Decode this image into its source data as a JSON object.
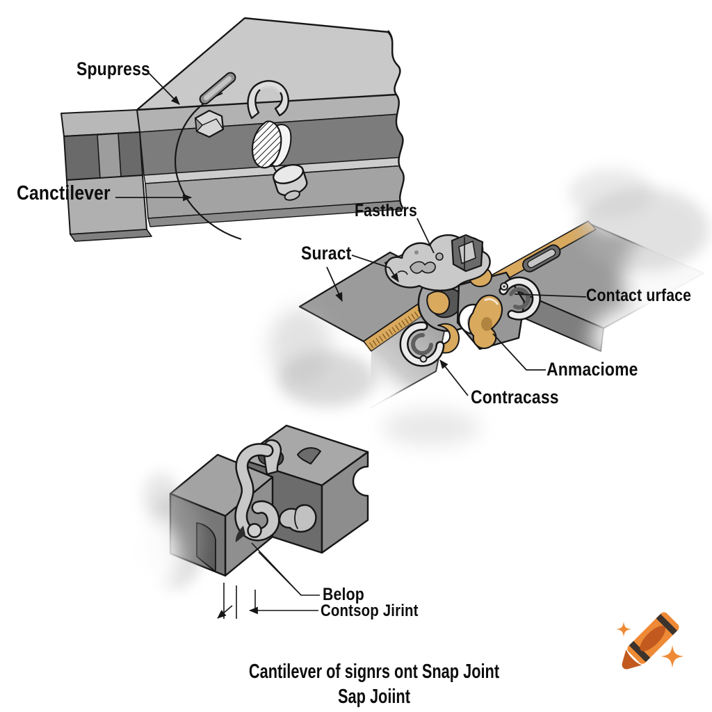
{
  "figure": {
    "type": "technical-illustration",
    "subject": "cantilever snap joint diagrams"
  },
  "labels": {
    "spupress": "Spupress",
    "canctilever": "Canctilever",
    "fasthers": "Fasthers",
    "suract": "Suract",
    "contact_urface": "Contact urface",
    "anmaciome": "Anmaciome",
    "contracass": "Contracass",
    "belop": "Belop",
    "contsop_jirint": "Contsop Jirint"
  },
  "caption": {
    "line1": "Cantilever of signrs ont Snap Joint",
    "line2": "Sap Joiint"
  },
  "watermark": {
    "icons": [
      "crayon-icon",
      "sparkle-icon"
    ]
  },
  "colors": {
    "background": "#FFFFFF",
    "outline": "#161616",
    "beam_gray": "#9B9B9B",
    "light_gray": "#C9C9C9",
    "mid_gray": "#A8A8A8",
    "dark_gray": "#6C6C6C",
    "gold_accent": "#D9A95E",
    "crayon_orange": "#EE8A35",
    "crayon_dark_orange": "#C2591F",
    "crayon_band": "#3B332C"
  }
}
